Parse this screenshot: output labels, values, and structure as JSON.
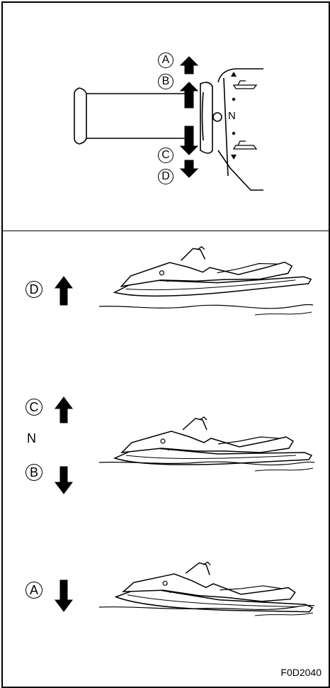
{
  "top_diagram": {
    "callouts": [
      "A",
      "B",
      "C",
      "D"
    ],
    "neutral_label": "N"
  },
  "rows": [
    {
      "labels": [
        "D"
      ],
      "arrows": [
        "up"
      ]
    },
    {
      "labels": [
        "C",
        "N",
        "B"
      ],
      "arrows": [
        "up",
        "none",
        "down"
      ]
    },
    {
      "labels": [
        "A"
      ],
      "arrows": [
        "down"
      ]
    }
  ],
  "figure_id": "F0D2040",
  "colors": {
    "line": "#000000",
    "background": "#ffffff"
  }
}
